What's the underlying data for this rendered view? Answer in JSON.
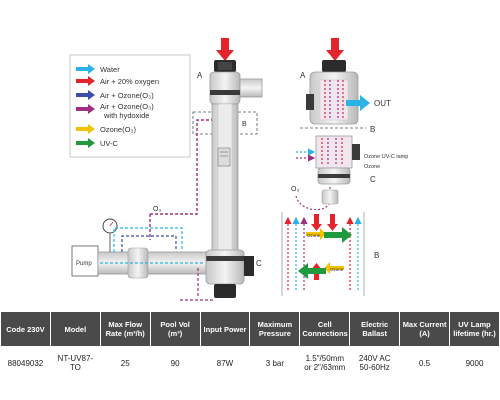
{
  "legend": {
    "items": [
      {
        "label": "Water",
        "color": "#29b3e8",
        "icon": "arrow-right-icon"
      },
      {
        "label": "Air + 20% oxygen",
        "color": "#e3242b",
        "icon": "arrow-right-icon"
      },
      {
        "label": "Air + Ozone(O₃)",
        "color": "#3b4fa8",
        "icon": "arrow-right-icon"
      },
      {
        "label": "Air + Ozone(O₃)",
        "label2": "with hydoxide",
        "color": "#a0307e",
        "icon": "arrow-right-icon"
      },
      {
        "label": "Ozone(O₃)",
        "color": "#f2c200",
        "icon": "arrow-right-icon"
      },
      {
        "label": "UV-C",
        "color": "#1f9a3e",
        "icon": "arrow-right-icon"
      }
    ]
  },
  "diagram": {
    "label_a": "A",
    "label_b": "B",
    "label_c": "C",
    "label_a_detail": "A",
    "label_b_detail": "B",
    "label_c_detail": "C",
    "label_b_flow": "B",
    "out_label": "OUT",
    "ozone_uvc_label": "Ozone UV-C lamp",
    "ozone_label": "Ozone",
    "o3_label_top": "O₃",
    "o3_label_pump": "O₃",
    "pump_label": "Pump",
    "flow_ozone_1": "Ozone",
    "flow_ozone_2": "Ozone"
  },
  "spec_table": {
    "headers": [
      "Code 230V",
      "Model",
      "Max Flow Rate (m³/h)",
      "Pool Vol (m³)",
      "Input Power",
      "Maximum Pressure",
      "Cell Connections",
      "Electric Ballast",
      "Max Current (A)",
      "UV Lamp lifetime (hr.)"
    ],
    "rows": [
      [
        "88049032",
        "NT-UV87-TO",
        "25",
        "90",
        "87W",
        "3 bar",
        "1.5\"/50mm or 2\"/63mm",
        "240V AC 50-60Hz",
        "0.5",
        "9000"
      ]
    ]
  },
  "colors": {
    "water": "#29b3e8",
    "air": "#e3242b",
    "air_ozone": "#3b4fa8",
    "air_ozone_hydroxide": "#a0307e",
    "ozone": "#f2c200",
    "uvc": "#1f9a3e",
    "table_header": "#4a4a4a"
  }
}
